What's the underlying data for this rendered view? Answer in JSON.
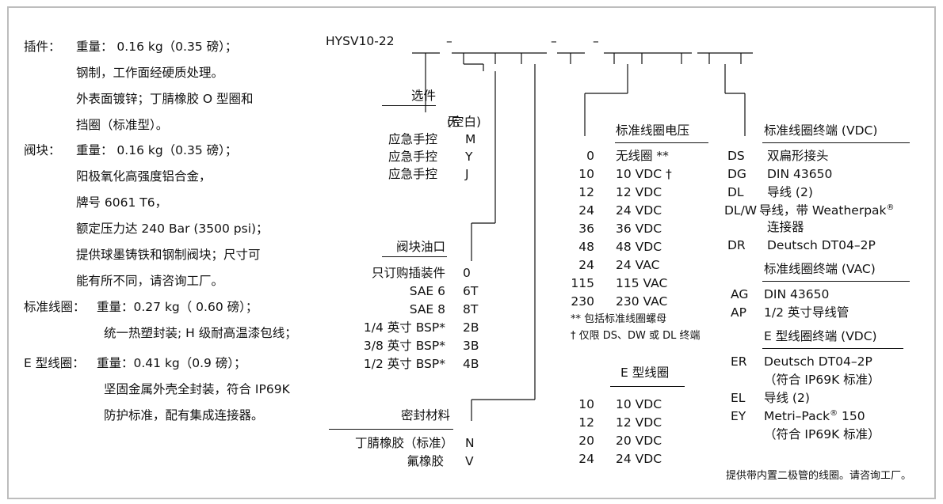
{
  "model": "HYSV10-22",
  "dash": "–",
  "left": {
    "cartridge": {
      "label": "插件：",
      "lines": [
        "重量：  0.16 kg（0.35 磅）；",
        "钢制，工作面经硬质处理。",
        "外表面镀锌；丁腈橡胶 O 型圈和",
        "挡圈（标准型）。"
      ]
    },
    "body": {
      "label": "阀块：",
      "lines": [
        "重量：  0.16 kg（0.35 磅）；",
        "阳极氧化高强度铝合金，",
        "牌号 6061 T6，",
        "额定压力达 240 Bar (3500 psi)；",
        "提供球墨铸铁和钢制阀块；尺寸可",
        "能有所不同，请咨询工厂。"
      ]
    },
    "std_coil": {
      "label": "标准线圈：",
      "lines": [
        "重量：0.27 kg（ 0.60 磅）；",
        "统一热塑封装; H 级耐高温漆包线；"
      ]
    },
    "e_coil": {
      "label": "E 型线圈：",
      "lines": [
        "重量：0.41 kg（0.9 磅）；",
        "坚固金属外壳全封装，符合 IP69K",
        "防护标准，配有集成连接器。"
      ]
    }
  },
  "options": {
    "title": "选件",
    "items": [
      {
        "label": "无",
        "code": "(空白)"
      },
      {
        "label": "应急手控",
        "code": "M"
      },
      {
        "label": "应急手控",
        "code": "Y"
      },
      {
        "label": "应急手控",
        "code": "J"
      }
    ]
  },
  "ports": {
    "title": "阀块油口",
    "items": [
      {
        "label": "只订购插装件",
        "code": "0"
      },
      {
        "label": "SAE 6",
        "code": "6T"
      },
      {
        "label": "SAE 8",
        "code": "8T"
      },
      {
        "label": "1/4 英寸 BSP*",
        "code": "2B"
      },
      {
        "label": "3/8 英寸 BSP*",
        "code": "3B"
      },
      {
        "label": "1/2 英寸 BSP*",
        "code": "4B"
      }
    ]
  },
  "seals": {
    "title": "密封材料",
    "items": [
      {
        "label": "丁腈橡胶（标准）",
        "code": "N"
      },
      {
        "label": "氟橡胶",
        "code": "V"
      }
    ]
  },
  "voltage": {
    "title": "标准线圈电压",
    "items": [
      {
        "code": "0",
        "label": "无线圈 **"
      },
      {
        "code": "10",
        "label": "10 VDC †"
      },
      {
        "code": "12",
        "label": "12 VDC"
      },
      {
        "code": "24",
        "label": "24 VDC"
      },
      {
        "code": "36",
        "label": "36 VDC"
      },
      {
        "code": "48",
        "label": "48 VDC"
      },
      {
        "code": "24",
        "label": "24 VAC"
      },
      {
        "code": "115",
        "label": "115 VAC"
      },
      {
        "code": "230",
        "label": "230 VAC"
      }
    ],
    "notes": [
      "** 包括标准线圈螺母",
      "† 仅限 DS、DW 或 DL 终端"
    ]
  },
  "e_voltage": {
    "title": "E 型线圈",
    "items": [
      {
        "code": "10",
        "label": "10 VDC"
      },
      {
        "code": "12",
        "label": "12 VDC"
      },
      {
        "code": "20",
        "label": "20 VDC"
      },
      {
        "code": "24",
        "label": "24 VDC"
      }
    ]
  },
  "term_vdc": {
    "title": "标准线圈终端 (VDC)",
    "items": [
      {
        "code": "DS",
        "label": "双扁形接头"
      },
      {
        "code": "DG",
        "label": "DIN 43650"
      },
      {
        "code": "DL",
        "label": "导线 (2)"
      },
      {
        "code": "DL/W",
        "label": "导线，带 Weatherpak",
        "sup": "®",
        "label2": "连接器"
      },
      {
        "code": "DR",
        "label": "Deutsch DT04–2P"
      }
    ]
  },
  "term_vac": {
    "title": "标准线圈终端 (VAC)",
    "items": [
      {
        "code": "AG",
        "label": "DIN 43650"
      },
      {
        "code": "AP",
        "label": "1/2 英寸导线管"
      }
    ]
  },
  "term_e": {
    "title": "E 型线圈终端 (VDC)",
    "items": [
      {
        "code": "ER",
        "label": "Deutsch DT04–2P",
        "label2": "（符合 IP69K 标准）"
      },
      {
        "code": "EL",
        "label": "导线 (2)"
      },
      {
        "code": "EY",
        "label": "Metri–Pack",
        "sup": "®",
        "label_tail": " 150",
        "label2": "（符合 IP69K 标准）"
      }
    ]
  },
  "footnote": "提供带内置二极管的线圈。请咨询工厂。"
}
